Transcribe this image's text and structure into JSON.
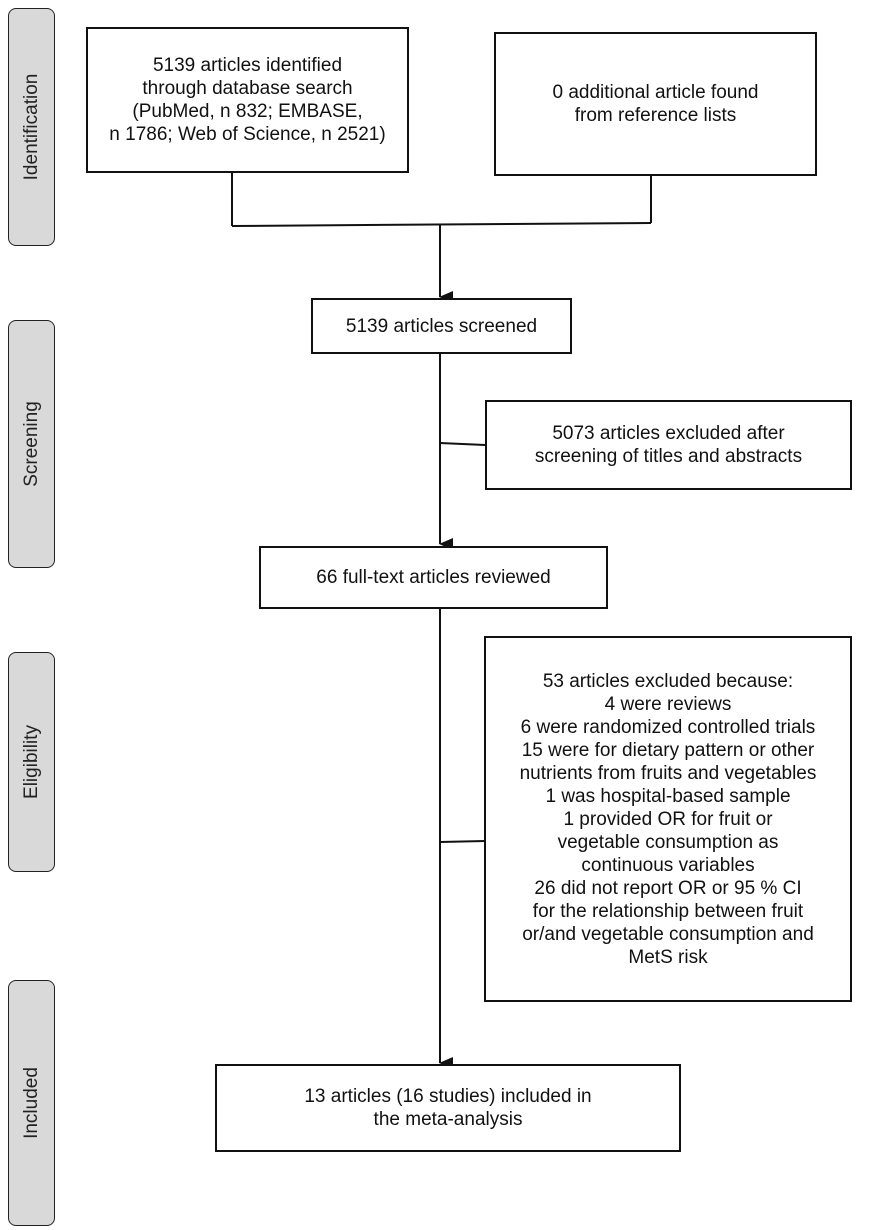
{
  "stages": {
    "identification": "Identification",
    "screening": "Screening",
    "eligibility": "Eligibility",
    "included": "Included"
  },
  "boxes": {
    "database_search": [
      "5139 articles identified",
      "through database search",
      "(PubMed, n 832; EMBASE,",
      "n 1786; Web of Science, n 2521)"
    ],
    "reference_lists": [
      "0 additional article found",
      "from reference lists"
    ],
    "screened": "5139 articles screened",
    "excluded_screening": [
      "5073 articles excluded after",
      "screening of titles and abstracts"
    ],
    "full_text": "66 full-text articles reviewed",
    "excluded_eligibility": [
      "53 articles excluded because:",
      "4 were reviews",
      "6 were randomized controlled trials",
      "15 were for dietary pattern or other",
      "nutrients from fruits and vegetables",
      "1 was hospital-based sample",
      "1 provided OR for fruit or",
      "vegetable consumption as",
      "continuous variables",
      "26 did not report OR or 95 % CI",
      "for the relationship between fruit",
      "or/and vegetable consumption and",
      "MetS risk"
    ],
    "included": [
      "13 articles (16 studies) included in",
      "the meta-analysis"
    ]
  }
}
